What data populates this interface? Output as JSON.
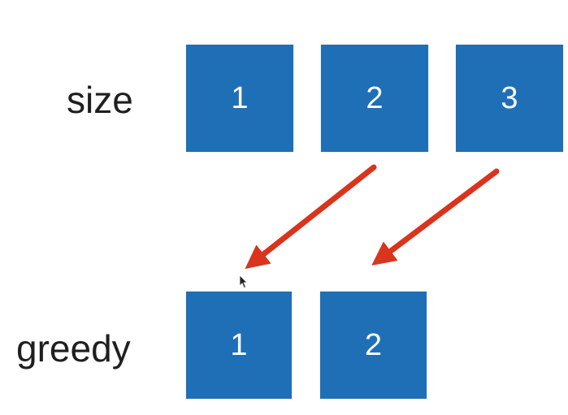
{
  "rows": {
    "size": {
      "label": "size",
      "boxes": [
        "1",
        "2",
        "3"
      ]
    },
    "greedy": {
      "label": "greedy",
      "boxes": [
        "1",
        "2"
      ]
    }
  },
  "arrows": [
    {
      "from": "size-2",
      "to": "greedy-1"
    },
    {
      "from": "size-3",
      "to": "greedy-2"
    }
  ],
  "colors": {
    "box": "#1f6fb7",
    "box_text": "#ffffff",
    "arrow": "#d9341c",
    "label": "#1f1f1f",
    "background": "#ffffff"
  },
  "icons": {
    "cursor": "mouse-pointer-icon"
  }
}
